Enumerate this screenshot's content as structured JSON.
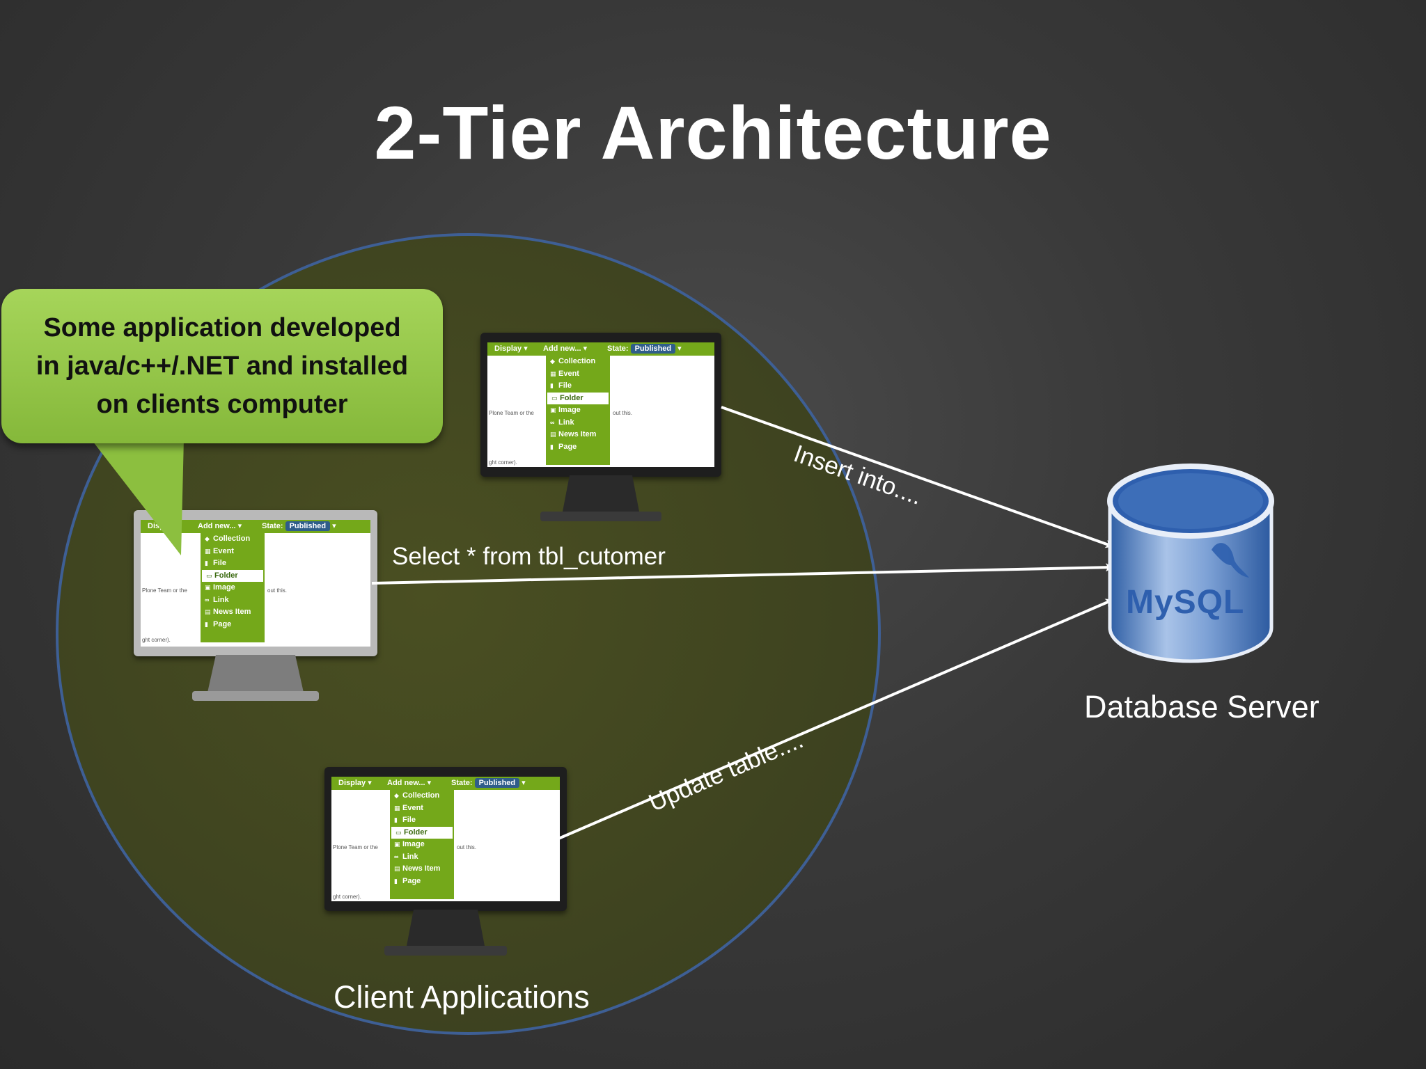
{
  "title": "2-Tier Architecture",
  "callout": {
    "text": "Some application developed\nin java/c++/.NET and installed\non clients computer"
  },
  "client_screen": {
    "display": "Display",
    "add_new": "Add new...",
    "state_label": "State:",
    "state_value": "Published",
    "menu_items": [
      "Collection",
      "Event",
      "File",
      "Folder",
      "Image",
      "Link",
      "News Item",
      "Page"
    ],
    "selected_item": "Folder",
    "body_left": "Plone Team or the",
    "body_right": "out this.",
    "body_bottom": "ght corner)."
  },
  "arrows": {
    "insert": "Insert into....",
    "select": "Select * from tbl_cutomer",
    "update": "Update table...."
  },
  "database": {
    "logo": "MySQL",
    "label": "Database Server"
  },
  "clients_label": "Client Applications",
  "colors": {
    "background": "#393939",
    "circle_fill": "#40451f",
    "circle_border": "#3e5f95",
    "callout_green": "#94c749",
    "app_green": "#74a81a",
    "db_blue": "#3d6eb8"
  }
}
